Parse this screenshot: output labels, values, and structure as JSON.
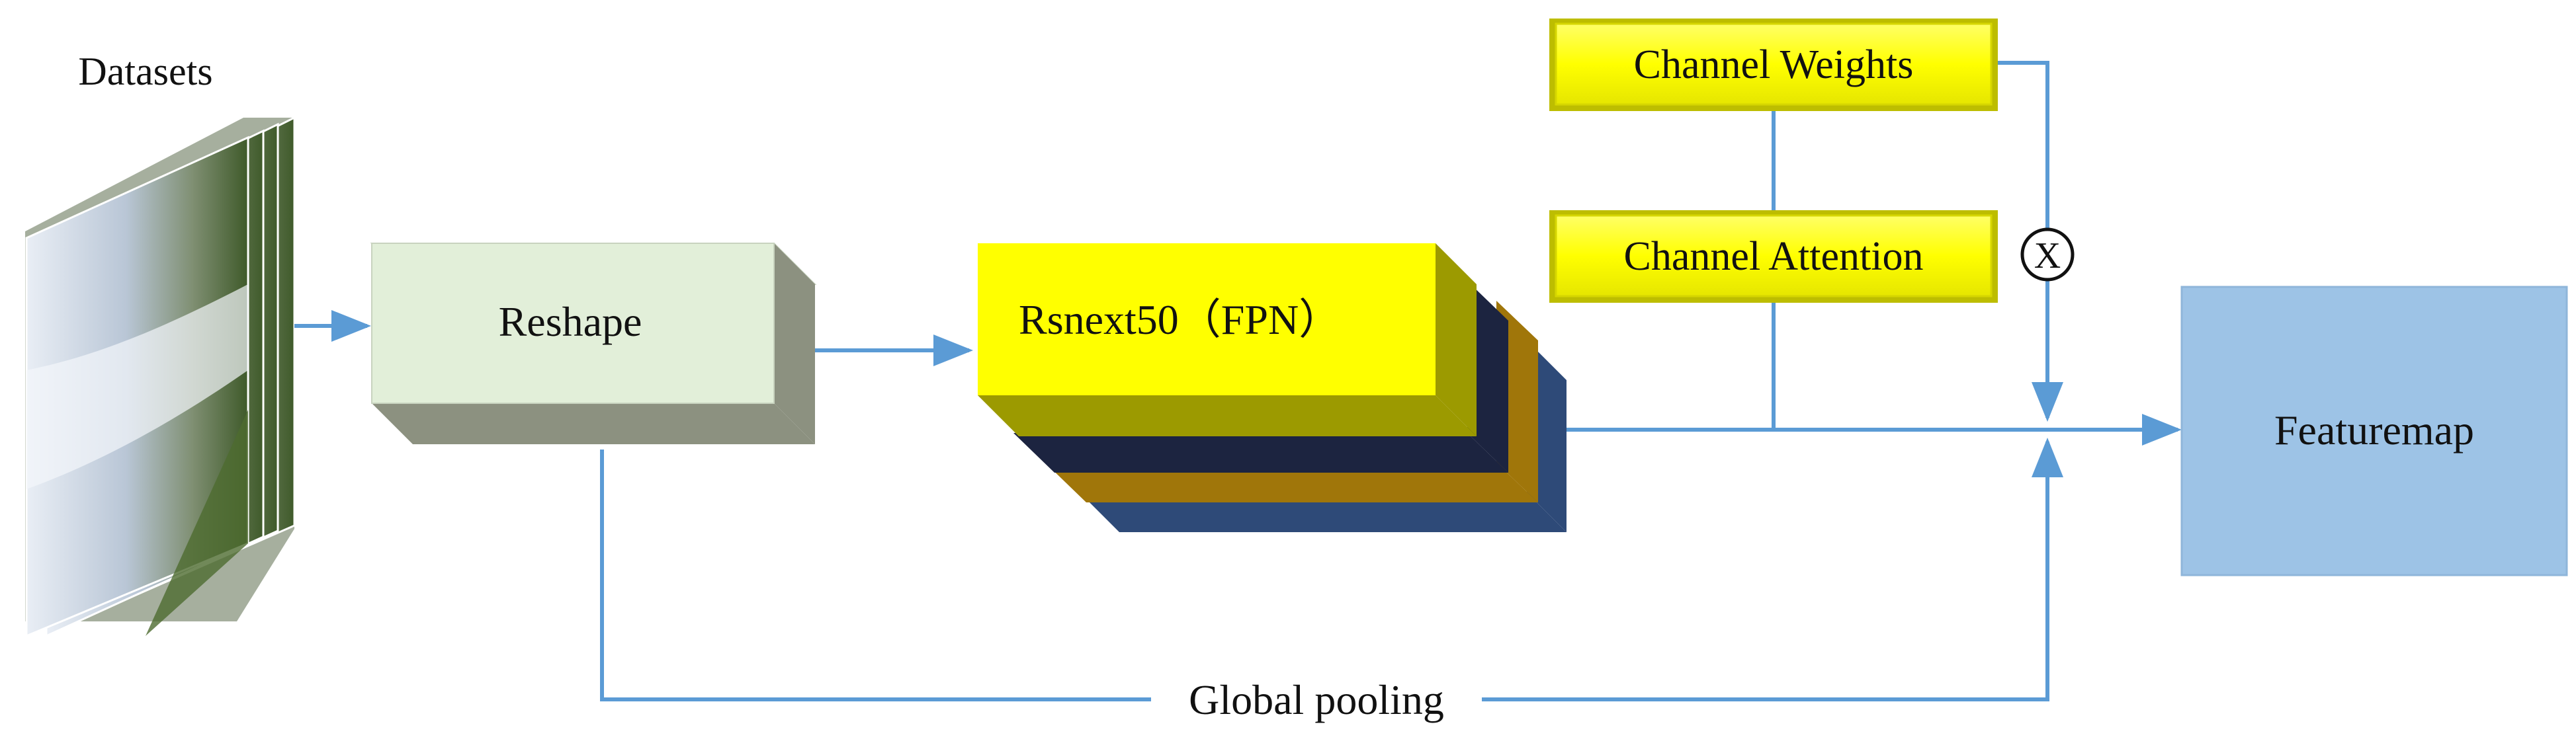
{
  "diagram": {
    "datasets_label": "Datasets",
    "reshape_label": "Reshape",
    "backbone_label": "Rsnext50（FPN）",
    "channel_attention_label": "Channel Attention",
    "channel_weights_label": "Channel Weights",
    "multiply_symbol": "X",
    "featuremap_label": "Featuremap",
    "global_pooling_label": "Global pooling"
  },
  "colors": {
    "arrow": "#5b9bd5",
    "reshape_front": "#e2efd9",
    "reshape_side": "#8c9180",
    "backbone_yellow": "#ffff00",
    "backbone_olive": "#9c9a00",
    "backbone_navy": "#1c2440",
    "backbone_ochre": "#a0760a",
    "backbone_blue": "#2e4a78",
    "attention_yellow": "#ffff00",
    "featuremap_fill": "#9dc3e6"
  }
}
